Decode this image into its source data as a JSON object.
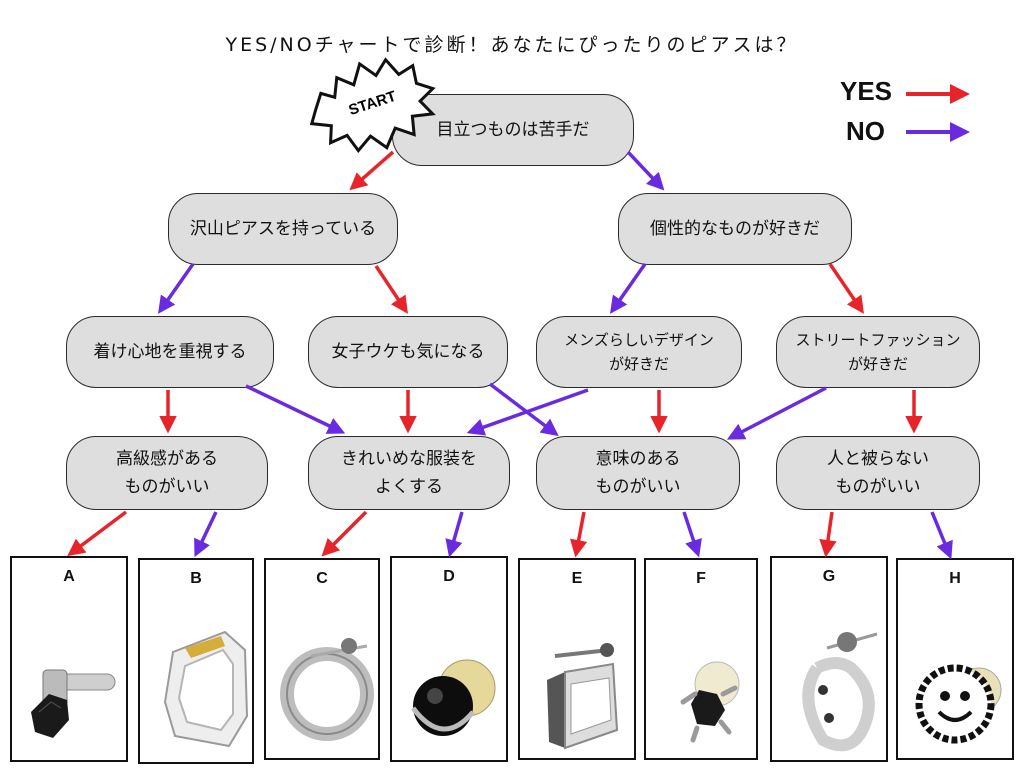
{
  "title": "YES/NOチャートで診断！あなたにぴったりのピアスは？",
  "start_label": "START",
  "legend": {
    "yes": "YES",
    "no": "NO",
    "yes_color": "#e8242b",
    "no_color": "#6a2be0"
  },
  "nodes": {
    "q1": "目立つものは苦手だ",
    "q2": "沢山ピアスを持っている",
    "q3": "個性的なものが好きだ",
    "q4": "着け心地を重視する",
    "q5": "女子ウケも気になる",
    "q6": "メンズらしいデザイン\nが好きだ",
    "q7": "ストリートファッション\nが好きだ",
    "q8": "高級感がある\nものがいい",
    "q9": "きれいめな服装を\nよくする",
    "q10": "意味のある\nものがいい",
    "q11": "人と被らない\nものがいい"
  },
  "results": [
    "A",
    "B",
    "C",
    "D",
    "E",
    "F",
    "G",
    "H"
  ],
  "icons": {
    "ring": "earring-photo-icon",
    "arrow": "arrow-icon",
    "burst": "start-burst-icon"
  }
}
